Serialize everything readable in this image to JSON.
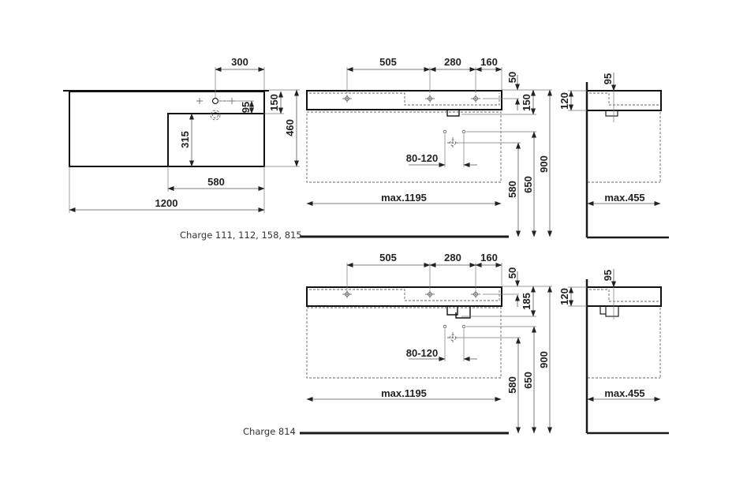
{
  "drawing": {
    "plan_view": {
      "dims": {
        "tap_offset": "300",
        "depth_back": "150",
        "tap_to_bowl": "95",
        "total_depth": "460",
        "bowl_depth": "315",
        "bowl_width": "580",
        "total_width": "1200"
      }
    },
    "front_view_1": {
      "caption": "Charge 111, 112, 158, 815",
      "dims": {
        "spacing_a": "505",
        "spacing_b": "280",
        "spacing_c": "160",
        "top_offset": "50",
        "height_b": "150",
        "trap_spacing": "80-120",
        "cabinet_width": "max.1195",
        "h580": "580",
        "h650": "650",
        "h900": "900"
      }
    },
    "side_view_1": {
      "dims": {
        "tap_depth": "95",
        "thickness": "120",
        "cabinet_depth": "max.455"
      }
    },
    "front_view_2": {
      "caption": "Charge 814",
      "dims": {
        "spacing_a": "505",
        "spacing_b": "280",
        "spacing_c": "160",
        "top_offset": "50",
        "height_b": "185",
        "trap_spacing": "80-120",
        "cabinet_width": "max.1195",
        "h580": "580",
        "h650": "650",
        "h900": "900"
      }
    },
    "side_view_2": {
      "dims": {
        "tap_depth": "95",
        "thickness": "120",
        "cabinet_depth": "max.455"
      }
    }
  }
}
